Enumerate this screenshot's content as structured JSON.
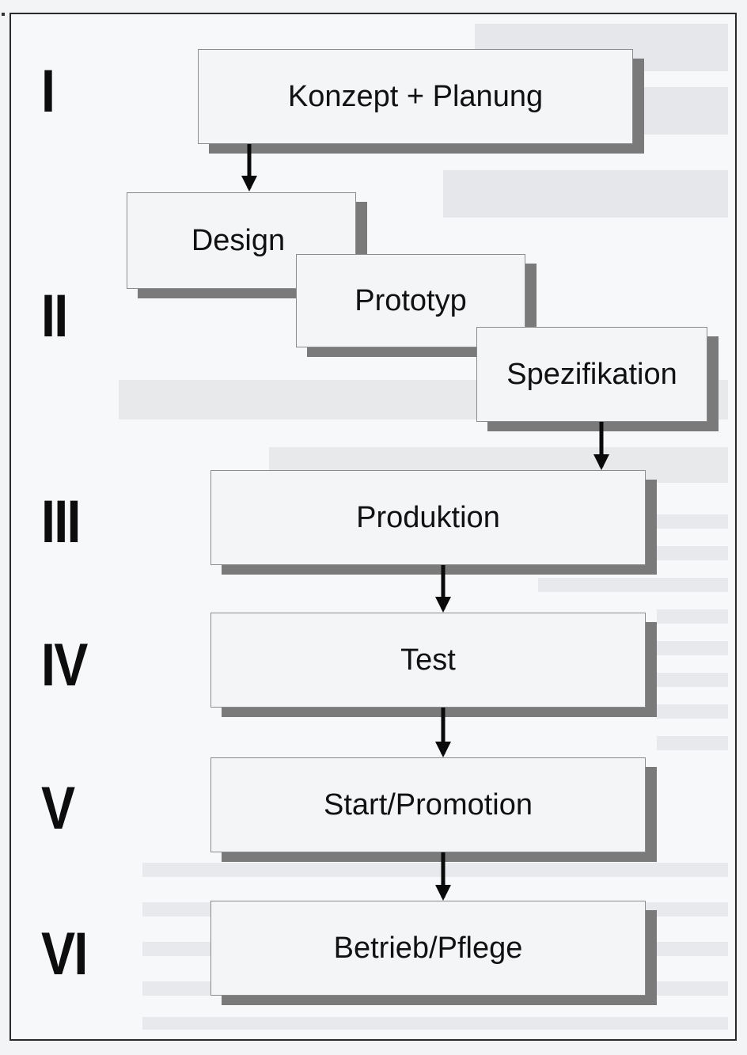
{
  "stages": [
    {
      "numeral": "I",
      "label": "Konzept + Planung"
    },
    {
      "label": "Design"
    },
    {
      "numeral": "II",
      "label": "Prototyp"
    },
    {
      "label": "Spezifikation"
    },
    {
      "numeral": "III",
      "label": "Produktion"
    },
    {
      "numeral": "IV",
      "label": "Test"
    },
    {
      "numeral": "V",
      "label": "Start/Promotion"
    },
    {
      "numeral": "VI",
      "label": "Betrieb/Pflege"
    }
  ],
  "colors": {
    "box_fill": "#f4f5f7",
    "box_shadow": "#7a7a7a",
    "text": "#111111",
    "arrow": "#0a0a0a"
  }
}
